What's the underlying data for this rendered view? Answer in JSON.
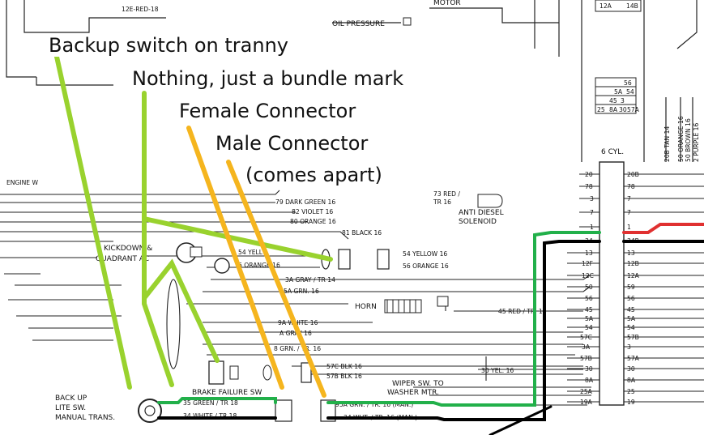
{
  "annotations": {
    "backup_switch": "Backup switch on tranny",
    "bundle_mark": "Nothing, just a bundle mark",
    "female_connector": "Female Connector",
    "male_connector_line1": "Male Connector",
    "male_connector_line2": "(comes apart)"
  },
  "top_labels": {
    "red_wire": "12E-RED-18",
    "oil_pressure": "OIL PRESSURE",
    "motor": "MOTOR",
    "engine": "ENGINE W",
    "six_cyl": "6 CYL."
  },
  "fuse_box": {
    "row1": [
      "12A",
      "14B"
    ],
    "grid": [
      "56",
      "5A",
      "54",
      "45",
      "3",
      "25",
      "8A",
      "30",
      "57A"
    ]
  },
  "components": {
    "kickdown_line1": "KICKDOWN &",
    "kickdown_line2": "QUADRANT AC",
    "anti_diesel_line1": "ANTI DIESEL",
    "anti_diesel_line2": "SOLENOID",
    "horn": "HORN",
    "brake_failure": "BRAKE FAILURE SW",
    "backup_lite_line1": "BACK UP",
    "backup_lite_line2": "LITE SW.",
    "backup_lite_line3": "MANUAL TRANS.",
    "wiper_line1": "WIPER SW. TO",
    "wiper_line2": "WASHER MTR."
  },
  "wires": {
    "w79": "79 DARK GREEN 16",
    "w82": "82 VIOLET 16",
    "w80": "80 ORANGE 16",
    "w81": "81 BLACK 16",
    "w73": "73 RED /",
    "w73b": "TR 16",
    "w54a": "54 YELL",
    "w6": "6 ORANGE 16",
    "w54b": "54 YELLOW 16",
    "w56": "56 ORANGE 16",
    "w3a": "3A GRAY / TR 14",
    "w5a": "5A GRN. 16",
    "w45": "45 RED / TR. 14",
    "w9a": "9A WHITE 16",
    "wagray": "A GRAY 16",
    "w8grn": "8 GRN. / TR. 16",
    "w57c": "57C BLK 16",
    "w57b": "57B BLK 16",
    "w30": "30 YEL. 16",
    "w35": "35 GREEN / TR 18",
    "w34": "34 WHITE / TR 18",
    "w95a": "95A GRN. / TR. 16 (MAN.)",
    "w34b": "34 WHT. / TR. 16 (MAN.)"
  },
  "pins_left": [
    "20",
    "78",
    "3",
    "7",
    "1",
    "34",
    "13",
    "12F",
    "12C",
    "50",
    "56",
    "45",
    "5A",
    "54",
    "57C",
    "3A",
    "57B",
    "30",
    "8A",
    "25A",
    "19A"
  ],
  "pins_right": [
    "20B",
    "78",
    "7",
    "7",
    "1",
    "34B",
    "13",
    "12B",
    "12A",
    "59",
    "56",
    "45",
    "5A",
    "54",
    "57B",
    "3",
    "57A",
    "30",
    "8A",
    "25",
    "19"
  ],
  "column_labels": [
    "20B TAN 14",
    "50 ORANGE 16",
    "50 BROWN 16",
    "2 PURPLE 16"
  ],
  "colors": {
    "lime_pointer": "#99d22e",
    "orange_pointer": "#f5b51e",
    "green_wire": "#22b04a",
    "red_wire": "#e03030",
    "black_wire": "#000000",
    "schematic": "#222222"
  }
}
